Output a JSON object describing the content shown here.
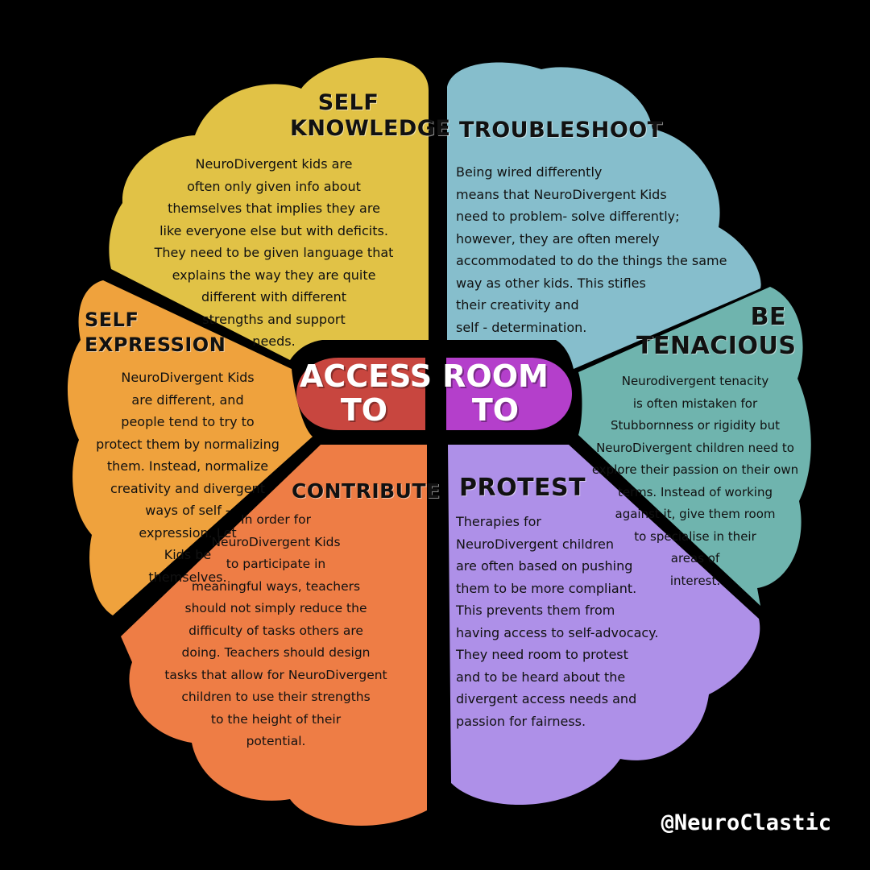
{
  "colors": {
    "background": "#000000",
    "self_knowledge": "#E1C246",
    "self_expression": "#EFA23D",
    "contribute": "#EE7D45",
    "troubleshoot": "#86BECC",
    "tenacious": "#6FB4AE",
    "protest": "#AE90E8",
    "access_to": "#C8463F",
    "room_to": "#B43FCB"
  },
  "center": {
    "access_to": [
      "ACCESS",
      "TO"
    ],
    "room_to": [
      "ROOM",
      "TO"
    ]
  },
  "panels": {
    "self_knowledge": {
      "heading": [
        "SELF",
        "KNOWLEDGE"
      ],
      "lines": [
        "NeuroDivergent kids are",
        "often only given info about",
        "themselves that implies they are",
        "like everyone else but with deficits.",
        "They need to be given language that",
        "explains the way they are quite",
        "different with different",
        "strengths and support",
        "needs."
      ]
    },
    "troubleshoot": {
      "heading": [
        "TROUBLESHOOT"
      ],
      "lines": [
        "Being wired differently",
        "means that NeuroDivergent Kids",
        "need to problem- solve differently;",
        "however, they are often merely",
        "accommodated to do the things the same",
        "way as other kids. This stifles",
        "their creativity and",
        "self - determination."
      ]
    },
    "tenacious": {
      "heading": [
        "BE",
        "TENACIOUS"
      ],
      "lines": [
        "Neurodivergent tenacity",
        "is often mistaken for",
        "Stubbornness or rigidity but",
        "NeuroDivergent children need to",
        "explore their passion on their own",
        "terms. Instead of working",
        "against it, give them room",
        "to specialise in their",
        "areas of",
        "interest."
      ]
    },
    "self_expression": {
      "heading": [
        "SELF",
        "EXPRESSION"
      ],
      "lines": [
        "NeuroDivergent Kids",
        "are different, and",
        "people tend to try to",
        "protect them by normalizing",
        "them. Instead, normalize",
        "creativity and divergent",
        "ways of self -",
        "expression. Let",
        "Kids be",
        "themselves."
      ]
    },
    "contribute": {
      "heading": [
        "CONTRIBUTE"
      ],
      "lines": [
        "In order for",
        "NeuroDivergent Kids",
        "to participate in",
        "meaningful ways, teachers",
        "should not simply reduce the",
        "difficulty of tasks others are",
        "doing. Teachers should design",
        "tasks that allow for NeuroDivergent",
        "children to use their strengths",
        "to the height of their",
        "potential."
      ]
    },
    "protest": {
      "heading": [
        "PROTEST"
      ],
      "lines": [
        "Therapies for",
        "NeuroDivergent children",
        "are often based on pushing",
        "them to be more compliant.",
        "This prevents them from",
        "having access to self-advocacy.",
        "They need room to protest",
        "and to be heard about the",
        "divergent access needs and",
        "passion for fairness."
      ]
    }
  },
  "credit": "@NeuroClastic"
}
